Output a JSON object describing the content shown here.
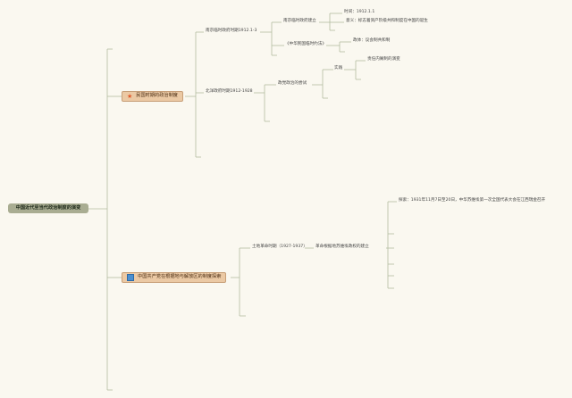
{
  "root": "中国近代至当代政治制度的演变",
  "branches": [
    {
      "label": "民国时期的政治制度",
      "icon": "star-icon",
      "children": [
        {
          "label": "南京临时政府时期1912.1-3",
          "children": [
            {
              "label": "南京临时政府建立",
              "children": [
                {
                  "label": "时间：1912.1.1"
                },
                {
                  "label": "意义：标志着资产阶级共和制度在中国的诞生"
                }
              ]
            },
            {
              "label": "《中华民国临时约法》",
              "children": [
                {
                  "label": "政体：议会制共和制"
                }
              ]
            }
          ]
        },
        {
          "label": "北洋政府时期1912-1928",
          "children": [
            {
              "label": "政党政治的尝试",
              "children": [
                {
                  "label": "实践",
                  "children": [
                    {
                      "label": "责任内阁制的演变"
                    }
                  ]
                }
              ]
            }
          ]
        }
      ]
    },
    {
      "label": "中国共产党在根据地与解放区的制度探索",
      "icon": "blue-square-icon",
      "children": [
        {
          "label": "土地革命时期（1927-1937）",
          "children": [
            {
              "label": "革命根据地苏维埃政权的建立",
              "children": [
                {
                  "label": "探索：1931年11月7日至20日，中华苏维埃第一次全国代表大会在江西瑞金召开"
                }
              ]
            }
          ]
        }
      ]
    }
  ]
}
